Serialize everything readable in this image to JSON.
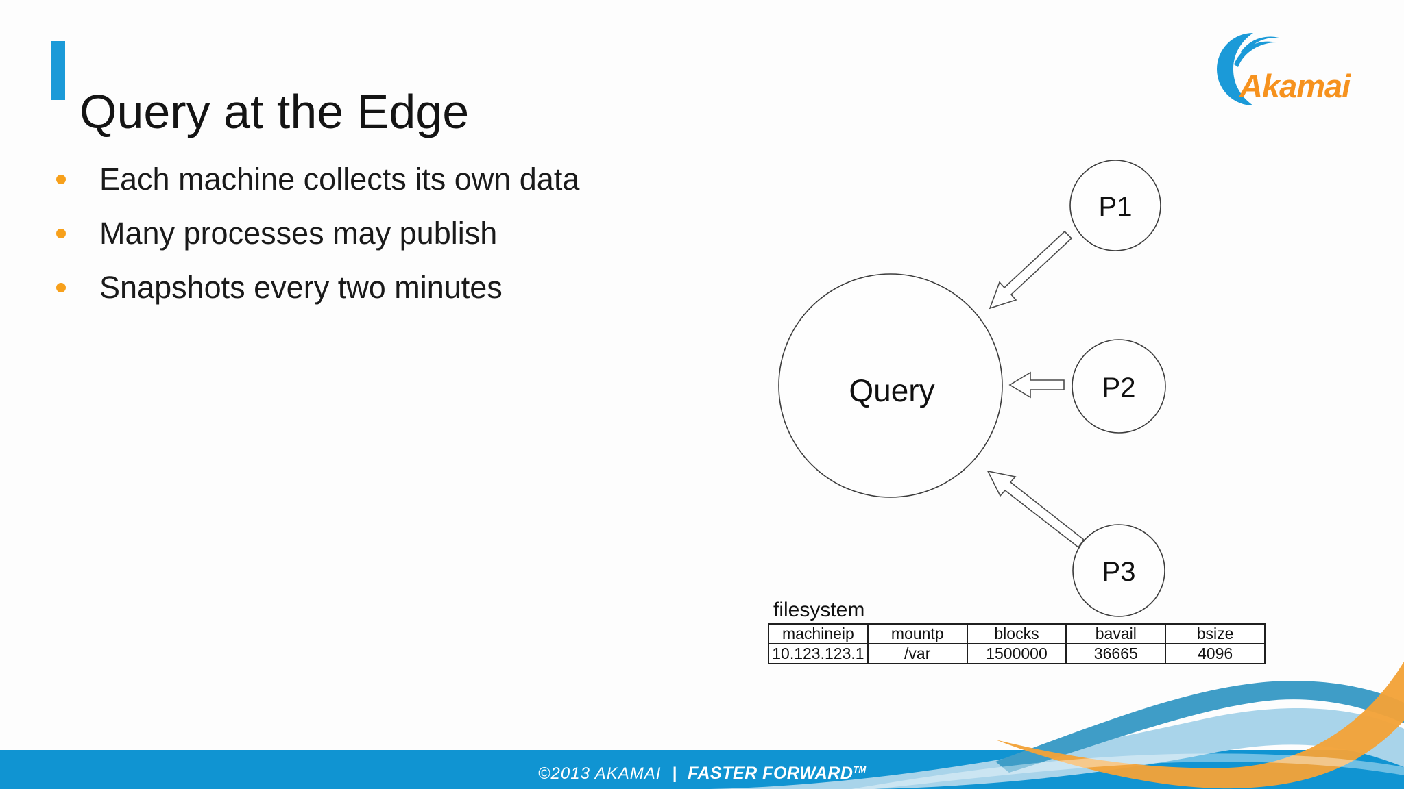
{
  "title": "Query at the Edge",
  "bullets": [
    "Each machine collects its own data",
    "Many processes may publish",
    "Snapshots every two minutes"
  ],
  "logo": {
    "wordmark": "Akamai"
  },
  "diagram": {
    "hub": "Query",
    "nodes": [
      "P1",
      "P2",
      "P3"
    ]
  },
  "fs": {
    "caption": "filesystem",
    "headers": [
      "machineip",
      "mountp",
      "blocks",
      "bavail",
      "bsize"
    ],
    "row": [
      "10.123.123.1",
      "/var",
      "1500000",
      "36665",
      "4096"
    ]
  },
  "footer": {
    "copyright": "©2013 AKAMAI",
    "separator": "|",
    "tagline": "FASTER FORWARD",
    "trademark": "TM"
  },
  "colors": {
    "accent_blue": "#1b9ad8",
    "footer_blue": "#1094d2",
    "bullet_orange": "#f7a01b",
    "logo_orange": "#f6921e",
    "logo_blue": "#1b9ad8",
    "wave_blue_dark": "#3f9dc7",
    "wave_blue_light": "#a9d4ea",
    "wave_orange": "#f3a238",
    "wave_highlight": "rgba(255,255,255,0.4)",
    "diagram_stroke": "#3c3c3c"
  }
}
